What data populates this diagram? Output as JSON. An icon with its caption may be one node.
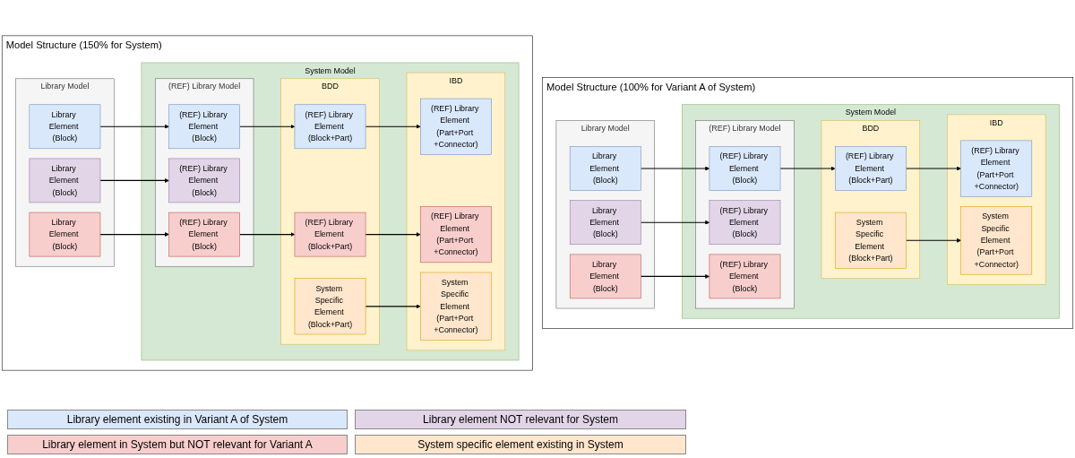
{
  "diagram": {
    "nodes": [
      {
        "text": [
          "Model Structure (150% for System)"
        ]
      },
      {
        "text": [
          "Library Model"
        ],
        "in": 0
      },
      {
        "text": [
          "Library Element (Block)"
        ],
        "in": 1
      },
      {
        "text": [
          "Library Element (Block)"
        ],
        "in": 1
      },
      {
        "text": [
          "Library Element (Block)"
        ],
        "in": 1
      },
      {
        "text": [
          "System Model"
        ],
        "in": 0
      },
      {
        "text": [
          "(REF) Library Model"
        ],
        "in": 5
      },
      {
        "text": [
          "(REF) Library Element (Block)"
        ],
        "in": 6
      },
      {
        "text": [
          "(REF) Library Element (Block)"
        ],
        "in": 6
      },
      {
        "text": [
          "(REF) Library Element (Block)"
        ],
        "in": 6
      },
      {
        "text": [
          "BDD"
        ],
        "in": 5
      },
      {
        "text": [
          "(REF) Library Element (Block+Part)"
        ],
        "in": 10
      },
      {
        "text": [
          "(REF) Library Element (Block+Part)"
        ],
        "in": 10
      },
      {
        "text": [
          "System Specific Element (Block+Part)"
        ],
        "in": 10
      },
      {
        "text": [
          "IBD"
        ],
        "in": 5
      },
      {
        "text": [
          "(REF) Library Element (Part+Port +Connector)"
        ],
        "in": 14
      },
      {
        "text": [
          "(REF) Library Element (Part+Port +Connector)"
        ],
        "in": 14
      },
      {
        "text": [
          "System Specific Element (Part+Port +Connector)"
        ],
        "in": 14
      },
      {
        "text": [
          "Model Structure (100% for Variant A of System)"
        ]
      },
      {
        "text": [
          "Library Model"
        ],
        "in": 18
      },
      {
        "text": [
          "Library Element (Block)"
        ],
        "in": 19
      },
      {
        "text": [
          "Library Element (Block)"
        ],
        "in": 19
      },
      {
        "text": [
          "Library Element (Block)"
        ],
        "in": 19
      },
      {
        "text": [
          "System Model"
        ],
        "in": 18
      },
      {
        "text": [
          "(REF) Library Model"
        ],
        "in": 23
      },
      {
        "text": [
          "(REF) Library Element (Block)"
        ],
        "in": 24
      },
      {
        "text": [
          "(REF) Library Element (Block)"
        ],
        "in": 24
      },
      {
        "text": [
          "(REF) Library Element (Block)"
        ],
        "in": 24
      },
      {
        "text": [
          "BDD"
        ],
        "in": 23
      },
      {
        "text": [
          "(REF) Library Element (Block+Part)"
        ],
        "in": 28
      },
      {
        "text": [
          "System Specific Element (Block+Part)"
        ],
        "in": 28
      },
      {
        "text": [
          "IBD"
        ],
        "in": 23
      },
      {
        "text": [
          "(REF) Library Element (Part+Port +Connector)"
        ],
        "in": 31
      },
      {
        "text": [
          "System Specific Element (Part+Port +Connector)"
        ],
        "in": 31
      }
    ],
    "edges": [
      {
        "from": 2,
        "to": 7,
        "arrow": "to"
      },
      {
        "from": 3,
        "to": 8,
        "arrow": "to"
      },
      {
        "from": 4,
        "to": 9,
        "arrow": "to"
      },
      {
        "from": 7,
        "to": 11,
        "arrow": "to"
      },
      {
        "from": 9,
        "to": 12,
        "arrow": "to"
      },
      {
        "from": 11,
        "to": 15,
        "arrow": "to"
      },
      {
        "from": 12,
        "to": 16,
        "arrow": "to"
      },
      {
        "from": 13,
        "to": 17,
        "arrow": "to"
      },
      {
        "from": 20,
        "to": 25,
        "arrow": "to"
      },
      {
        "from": 21,
        "to": 26,
        "arrow": "to"
      },
      {
        "from": 22,
        "to": 27,
        "arrow": "to"
      },
      {
        "from": 25,
        "to": 29,
        "arrow": "to"
      },
      {
        "from": 29,
        "to": 32,
        "arrow": "to"
      },
      {
        "from": 30,
        "to": 33,
        "arrow": "to"
      }
    ],
    "legend": [
      {
        "text": "Library element existing in Variant A of System",
        "color": "#dae8fc"
      },
      {
        "text": "Library element NOT relevant for System",
        "color": "#e1d5e7"
      },
      {
        "text": "Library element in System but NOT relevant for Variant A",
        "color": "#f8cecc"
      },
      {
        "text": "System specific element existing in System",
        "color": "#ffe6cc"
      }
    ]
  }
}
